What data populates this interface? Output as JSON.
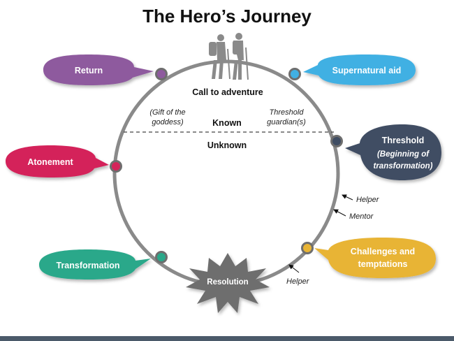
{
  "title": "The Hero’s Journey",
  "center": {
    "call_to_adventure": "Call to adventure",
    "known": "Known",
    "unknown": "Unknown",
    "gift_line1": "(Gift of the",
    "gift_line2": "goddess)",
    "threshold_guardian_line1": "Threshold",
    "threshold_guardian_line2": "guardian(s)"
  },
  "stages": {
    "return": {
      "label": "Return",
      "color": "#8e5a9e"
    },
    "supernatural_aid": {
      "label": "Supernatural aid",
      "color": "#41b0e3"
    },
    "threshold": {
      "label": "Threshold",
      "sub_line1": "(Beginning of",
      "sub_line2": "transformation)",
      "color": "#3f4d63"
    },
    "atonement": {
      "label": "Atonement",
      "color": "#d4245a"
    },
    "transformation": {
      "label": "Transformation",
      "color": "#2aa88a"
    },
    "challenges": {
      "label_line1": "Challenges and",
      "label_line2": "temptations",
      "color": "#e8b435"
    },
    "resolution": {
      "label": "Resolution",
      "color": "#6e6e6e"
    }
  },
  "annotations": {
    "helper_upper": "Helper",
    "mentor": "Mentor",
    "helper_lower": "Helper"
  },
  "icons": [
    "hikers-icon"
  ]
}
